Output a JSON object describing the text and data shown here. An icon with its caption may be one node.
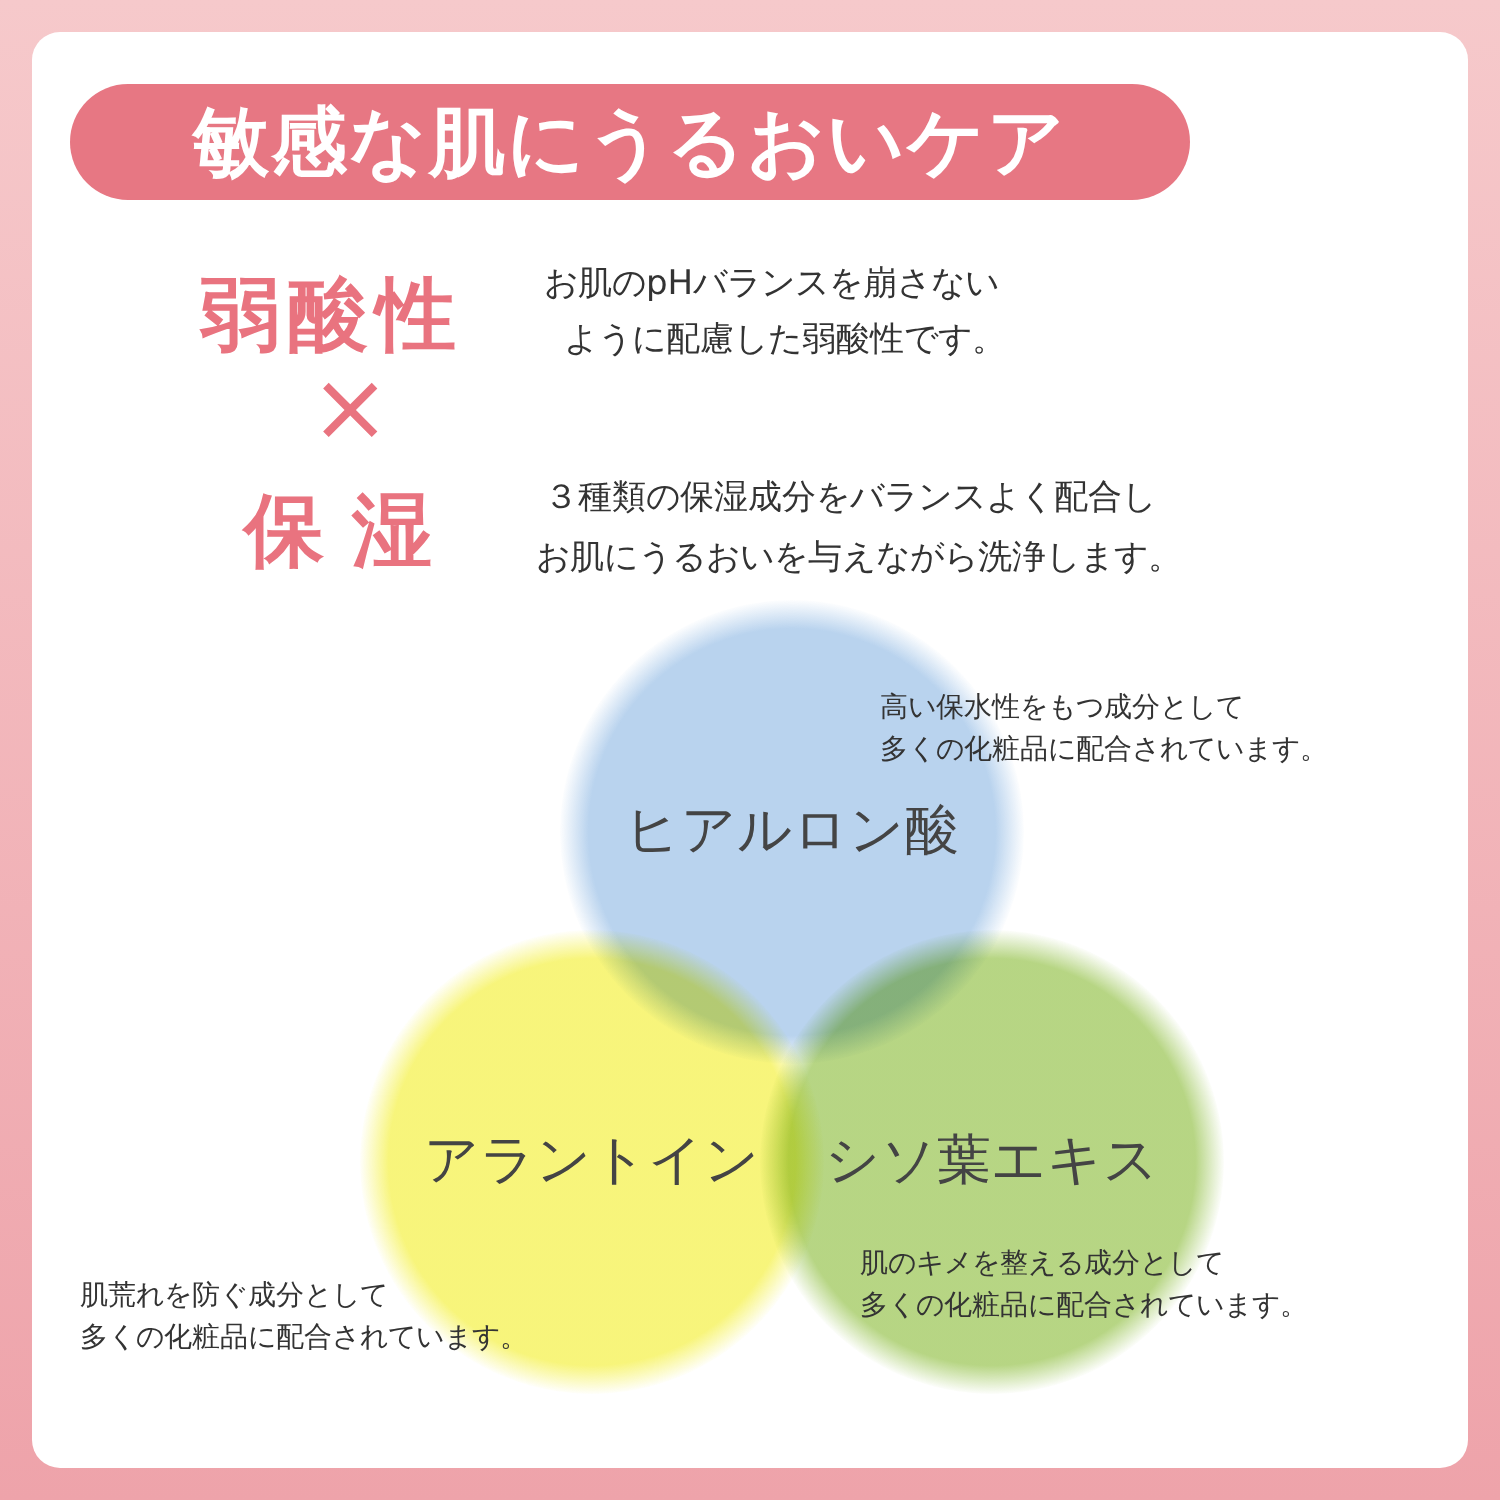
{
  "diagram": {
    "title": "敏感な肌にうるおいケア",
    "nodes": [
      {
        "text": [
          "高い保水性をもつ成分として",
          "多くの化粧品に配合されています。",
          "ヒアルロン酸"
        ]
      },
      {
        "text": [
          "アラントイン",
          "肌荒れを防ぐ成分として",
          "多くの化粧品に配合されています。"
        ]
      },
      {
        "text": [
          "シソ葉エキス",
          "肌のキメを整える成分として",
          "多くの化粧品に配合されています。"
        ]
      }
    ],
    "labels": [
      "弱酸性",
      "お肌のpHバランスを崩さない",
      "ように配慮した弱酸性です。",
      "×",
      "保湿",
      "３種類の保湿成分をバランスよく配合し",
      "お肌にうるおいを与えながら洗浄します。"
    ]
  }
}
